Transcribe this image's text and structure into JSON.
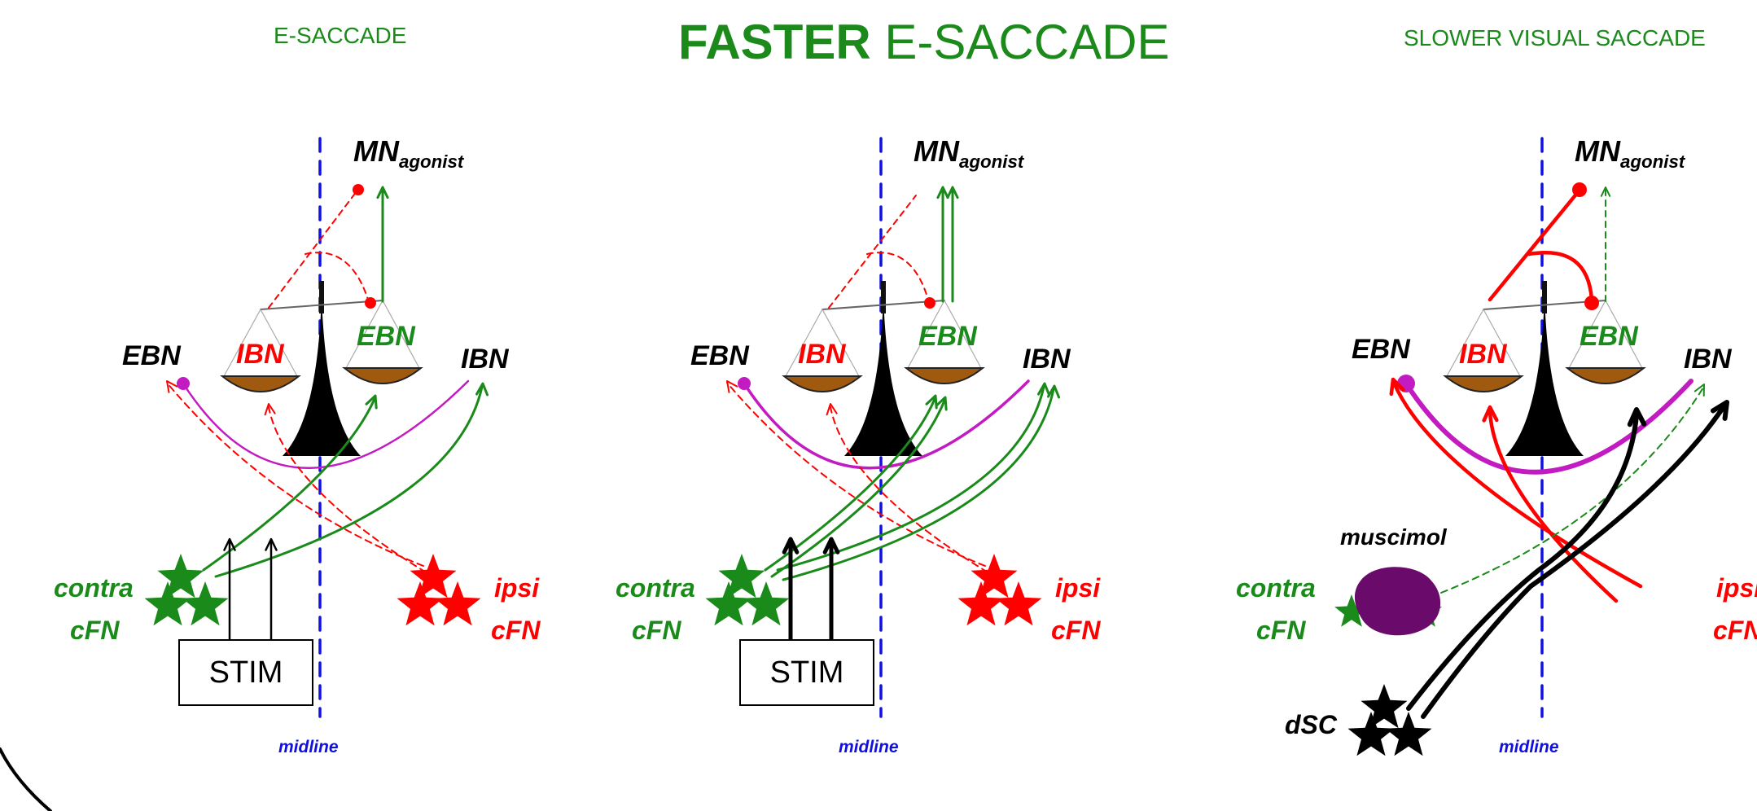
{
  "titles": {
    "left": "E-SACCADE",
    "center_bold": "FASTER",
    "center_rest": "E-SACCADE",
    "right": "SLOWER VISUAL SACCADE"
  },
  "labels": {
    "mn": "MN",
    "mn_sub": "agonist",
    "ebn": "EBN",
    "ibn": "IBN",
    "contra": "contra",
    "ipsi": "ipsi",
    "cfn": "cFN",
    "stim": "STIM",
    "midline": "midline",
    "muscimol": "muscimol",
    "dsc": "dSC"
  },
  "colors": {
    "green": "#1a8a1a",
    "red": "#ff0000",
    "magenta": "#c21bc2",
    "blue": "#1010e0",
    "black": "#000000",
    "purple": "#6a0a6a",
    "bowl": "#a05a10"
  }
}
